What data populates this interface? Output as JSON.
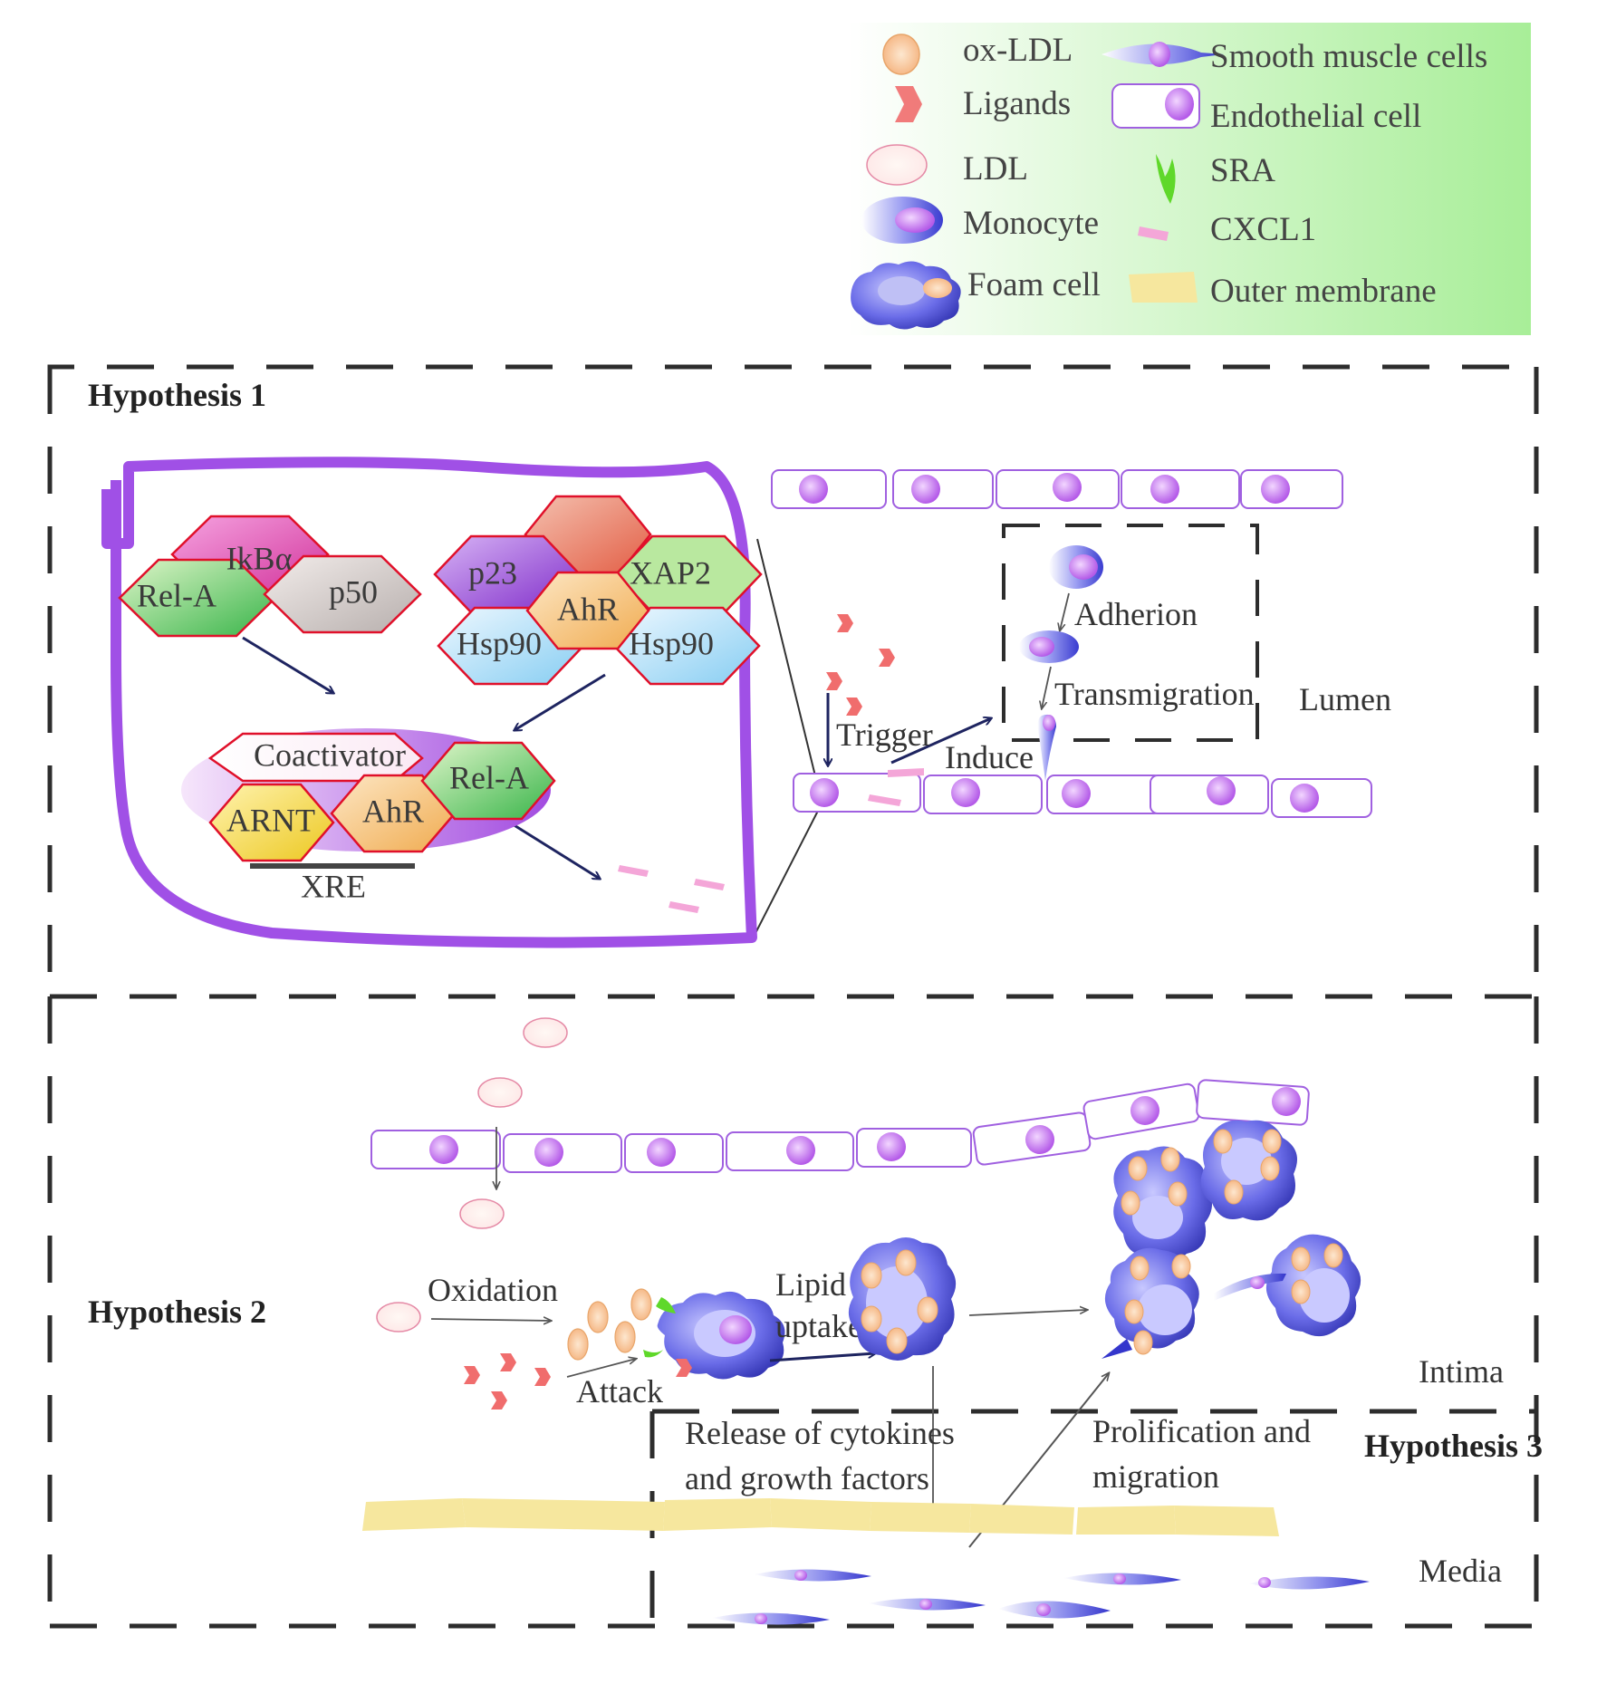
{
  "colors": {
    "legend_bg_start": "#ffffff",
    "legend_bg_end": "#a8ee98",
    "cell_border": "#a060e0",
    "cell_membrane": "#a050e6",
    "hex_border": "#e0102a",
    "dash": "#2d2d2d",
    "arrow": "#1e2460",
    "outer_membrane": "#f6e79e",
    "cxcl1": "#f4a6d8",
    "ligand": "#f06d6d",
    "ox_ldl": "#f8c08e",
    "sra": "#5fd82a",
    "monocyte": "#6a6ce8"
  },
  "legend": {
    "items": [
      {
        "icon": "ox-ldl-icon",
        "label": "ox-LDL"
      },
      {
        "icon": "ligand-icon",
        "label": "Ligands"
      },
      {
        "icon": "ldl-icon",
        "label": "LDL"
      },
      {
        "icon": "monocyte-icon",
        "label": "Monocyte"
      },
      {
        "icon": "foam-cell-icon",
        "label": "Foam cell"
      },
      {
        "icon": "smooth-muscle-cell-icon",
        "label": "Smooth muscle cells"
      },
      {
        "icon": "endothelial-cell-icon",
        "label": "Endothelial cell"
      },
      {
        "icon": "sra-icon",
        "label": "SRA"
      },
      {
        "icon": "cxcl1-icon",
        "label": "CXCL1"
      },
      {
        "icon": "outer-membrane-icon",
        "label": "Outer membrane"
      }
    ]
  },
  "hypothesis1": {
    "title": "Hypothesis 1",
    "complex_nfkb": {
      "rela": "Rel-A",
      "ikba": "IkBα",
      "p50": "p50"
    },
    "complex_ahr": {
      "p23": "p23",
      "ahr": "AhR",
      "xap2": "XAP2",
      "hsp90_left": "Hsp90",
      "hsp90_right": "Hsp90"
    },
    "complex_dna": {
      "coactivator": "Coactivator",
      "rela": "Rel-A",
      "arnt": "ARNT",
      "ahr": "AhR",
      "xre": "XRE"
    },
    "labels": {
      "trigger": "Trigger",
      "induce": "Induce",
      "adherion": "Adherion",
      "transmigration": "Transmigration",
      "lumen": "Lumen"
    }
  },
  "hypothesis2": {
    "title": "Hypothesis 2",
    "labels": {
      "oxidation": "Oxidation",
      "attack": "Attack",
      "lipid": "Lipid",
      "uptake": "uptake",
      "intima": "Intima",
      "media": "Media"
    }
  },
  "hypothesis3": {
    "title": "Hypothesis 3",
    "labels": {
      "release_1": "Release of cytokines",
      "release_2": "and growth factors",
      "prolif_1": "Prolification and",
      "prolif_2": "migration"
    }
  }
}
